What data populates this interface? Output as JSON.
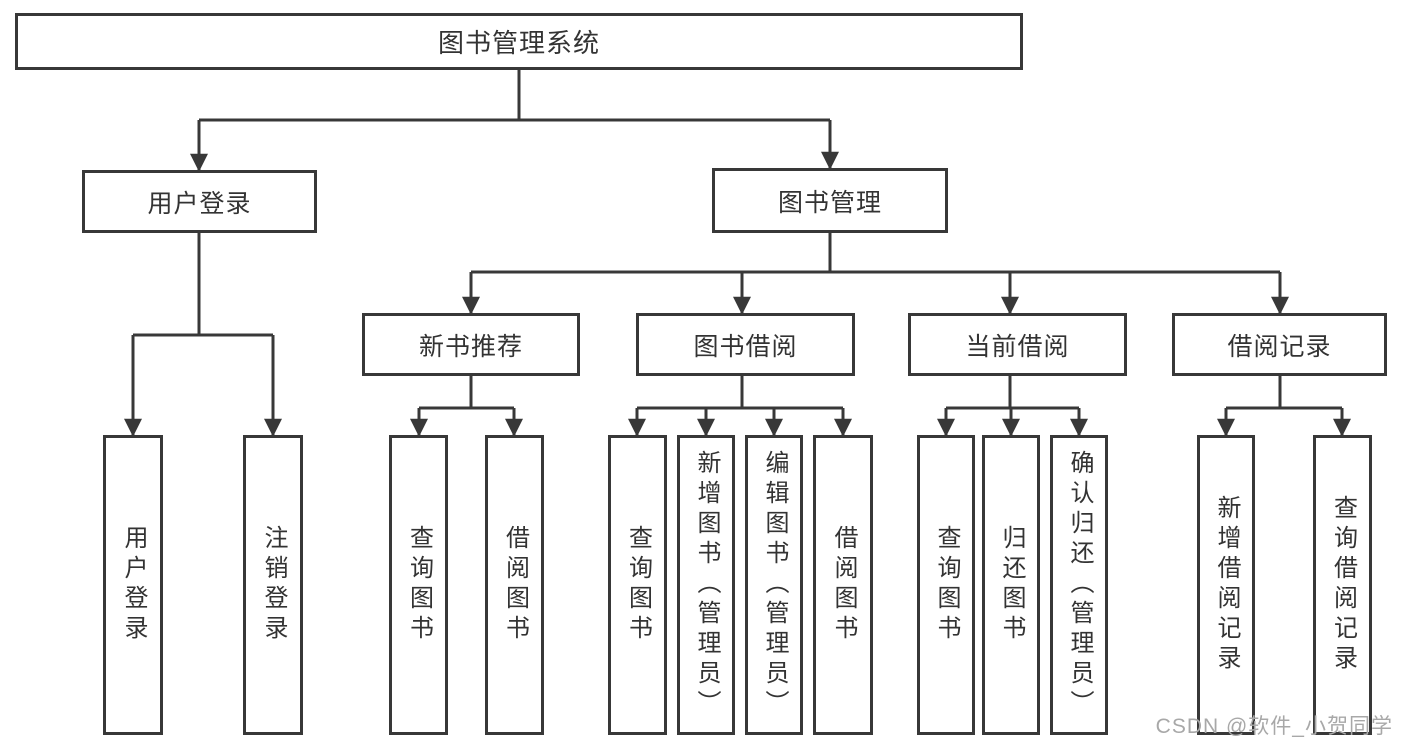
{
  "diagram": {
    "root": {
      "label": "图书管理系统"
    },
    "branches": [
      {
        "label": "用户登录",
        "children": [
          {
            "label": "用户登录"
          },
          {
            "label": "注销登录"
          }
        ]
      },
      {
        "label": "图书管理",
        "children": [
          {
            "label": "新书推荐",
            "children": [
              {
                "label": "查询图书"
              },
              {
                "label": "借阅图书"
              }
            ]
          },
          {
            "label": "图书借阅",
            "children": [
              {
                "label": "查询图书"
              },
              {
                "label": "新增图书（管理员）"
              },
              {
                "label": "编辑图书（管理员）"
              },
              {
                "label": "借阅图书"
              }
            ]
          },
          {
            "label": "当前借阅",
            "children": [
              {
                "label": "查询图书"
              },
              {
                "label": "归还图书"
              },
              {
                "label": "确认归还（管理员）"
              }
            ]
          },
          {
            "label": "借阅记录",
            "children": [
              {
                "label": "新增借阅记录"
              },
              {
                "label": "查询借阅记录"
              }
            ]
          }
        ]
      }
    ]
  },
  "watermark": {
    "text": "CSDN @软件_小贺同学"
  },
  "colors": {
    "line": "#383838",
    "text": "#333333",
    "watermark": "#a8a8a8",
    "background": "#ffffff"
  }
}
